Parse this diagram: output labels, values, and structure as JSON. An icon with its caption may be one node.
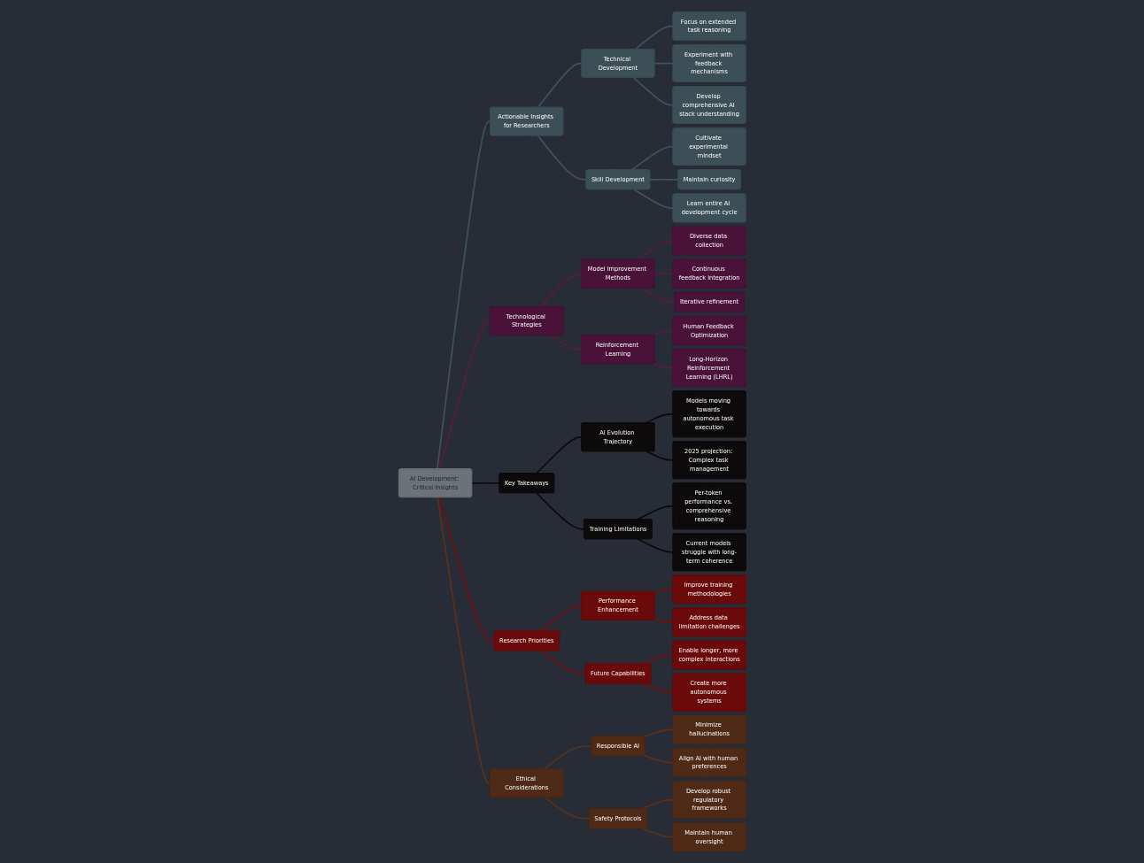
{
  "diagram": {
    "nodes": [
      {
        "text": [
          "AI Development: Critical Insights"
        ]
      },
      {
        "text": [
          "Actionable Insights for Researchers"
        ]
      },
      {
        "text": [
          "Technical Development"
        ]
      },
      {
        "text": [
          "Focus on extended task reasoning"
        ]
      },
      {
        "text": [
          "Experiment with feedback mechanisms"
        ]
      },
      {
        "text": [
          "Develop comprehensive AI stack understanding"
        ]
      },
      {
        "text": [
          "Skill Development"
        ]
      },
      {
        "text": [
          "Cultivate experimental mindset"
        ]
      },
      {
        "text": [
          "Maintain curiosity"
        ]
      },
      {
        "text": [
          "Learn entire AI development cycle"
        ]
      },
      {
        "text": [
          "Technological Strategies"
        ]
      },
      {
        "text": [
          "Model Improvement Methods"
        ]
      },
      {
        "text": [
          "Diverse data collection"
        ]
      },
      {
        "text": [
          "Continuous feedback integration"
        ]
      },
      {
        "text": [
          "Iterative refinement"
        ]
      },
      {
        "text": [
          "Reinforcement Learning"
        ]
      },
      {
        "text": [
          "Human Feedback Optimization"
        ]
      },
      {
        "text": [
          "Long-Horizon Reinforcement Learning (LHRL)"
        ]
      },
      {
        "text": [
          "Key Takeaways"
        ]
      },
      {
        "text": [
          "AI Evolution Trajectory"
        ]
      },
      {
        "text": [
          "Models moving towards autonomous task execution"
        ]
      },
      {
        "text": [
          "2025 projection: Complex task management"
        ]
      },
      {
        "text": [
          "Training Limitations"
        ]
      },
      {
        "text": [
          "Per-token performance vs. comprehensive reasoning"
        ]
      },
      {
        "text": [
          "Current models struggle with long-term coherence"
        ]
      },
      {
        "text": [
          "Research Priorities"
        ]
      },
      {
        "text": [
          "Performance Enhancement"
        ]
      },
      {
        "text": [
          "Improve training methodologies"
        ]
      },
      {
        "text": [
          "Address data limitation challenges"
        ]
      },
      {
        "text": [
          "Future Capabilities"
        ]
      },
      {
        "text": [
          "Enable longer, more complex interactions"
        ]
      },
      {
        "text": [
          "Create more autonomous systems"
        ]
      },
      {
        "text": [
          "Ethical Considerations"
        ]
      },
      {
        "text": [
          "Responsible AI"
        ]
      },
      {
        "text": [
          "Minimize hallucinations"
        ]
      },
      {
        "text": [
          "Align AI with human preferences"
        ]
      },
      {
        "text": [
          "Safety Protocols"
        ]
      },
      {
        "text": [
          "Develop robust regulatory frameworks"
        ]
      },
      {
        "text": [
          "Maintain human oversight"
        ]
      }
    ],
    "edges": [
      {
        "from": 0,
        "to": 1,
        "arrow": "none"
      },
      {
        "from": 1,
        "to": 2,
        "arrow": "none"
      },
      {
        "from": 2,
        "to": 3,
        "arrow": "none"
      },
      {
        "from": 2,
        "to": 4,
        "arrow": "none"
      },
      {
        "from": 2,
        "to": 5,
        "arrow": "none"
      },
      {
        "from": 1,
        "to": 6,
        "arrow": "none"
      },
      {
        "from": 6,
        "to": 7,
        "arrow": "none"
      },
      {
        "from": 6,
        "to": 8,
        "arrow": "none"
      },
      {
        "from": 6,
        "to": 9,
        "arrow": "none"
      },
      {
        "from": 0,
        "to": 10,
        "arrow": "none",
        "color": "#5a1a44"
      },
      {
        "from": 10,
        "to": 11,
        "arrow": "none",
        "color": "#5a1a44"
      },
      {
        "from": 11,
        "to": 12,
        "arrow": "none",
        "color": "#5a1a44"
      },
      {
        "from": 11,
        "to": 13,
        "arrow": "none",
        "color": "#5a1a44"
      },
      {
        "from": 11,
        "to": 14,
        "arrow": "none",
        "color": "#5a1a44"
      },
      {
        "from": 10,
        "to": 15,
        "arrow": "none",
        "color": "#5a1a44"
      },
      {
        "from": 15,
        "to": 16,
        "arrow": "none",
        "color": "#5a1a44"
      },
      {
        "from": 15,
        "to": 17,
        "arrow": "none",
        "color": "#5a1a44"
      },
      {
        "from": 0,
        "to": 18,
        "arrow": "none",
        "color": "#0a0a0a"
      },
      {
        "from": 18,
        "to": 19,
        "arrow": "none",
        "color": "#0a0a0a"
      },
      {
        "from": 19,
        "to": 20,
        "arrow": "none",
        "color": "#0a0a0a"
      },
      {
        "from": 19,
        "to": 21,
        "arrow": "none",
        "color": "#0a0a0a"
      },
      {
        "from": 18,
        "to": 22,
        "arrow": "none",
        "color": "#0a0a0a"
      },
      {
        "from": 22,
        "to": 23,
        "arrow": "none",
        "color": "#0a0a0a"
      },
      {
        "from": 22,
        "to": 24,
        "arrow": "none",
        "color": "#0a0a0a"
      },
      {
        "from": 0,
        "to": 25,
        "arrow": "none",
        "color": "#7a0c0c"
      },
      {
        "from": 25,
        "to": 26,
        "arrow": "none",
        "color": "#7a0c0c"
      },
      {
        "from": 26,
        "to": 27,
        "arrow": "none",
        "color": "#7a0c0c"
      },
      {
        "from": 26,
        "to": 28,
        "arrow": "none",
        "color": "#7a0c0c"
      },
      {
        "from": 25,
        "to": 29,
        "arrow": "none",
        "color": "#7a0c0c"
      },
      {
        "from": 29,
        "to": 30,
        "arrow": "none",
        "color": "#7a0c0c"
      },
      {
        "from": 29,
        "to": 31,
        "arrow": "none",
        "color": "#7a0c0c"
      },
      {
        "from": 0,
        "to": 32,
        "arrow": "none",
        "color": "#5a3119"
      },
      {
        "from": 32,
        "to": 33,
        "arrow": "none",
        "color": "#5a3119"
      },
      {
        "from": 33,
        "to": 34,
        "arrow": "none",
        "color": "#5a3119"
      },
      {
        "from": 33,
        "to": 35,
        "arrow": "none",
        "color": "#5a3119"
      },
      {
        "from": 32,
        "to": 36,
        "arrow": "none",
        "color": "#5a3119"
      },
      {
        "from": 36,
        "to": 37,
        "arrow": "none",
        "color": "#5a3119"
      },
      {
        "from": 36,
        "to": 38,
        "arrow": "none",
        "color": "#5a3119"
      }
    ]
  }
}
